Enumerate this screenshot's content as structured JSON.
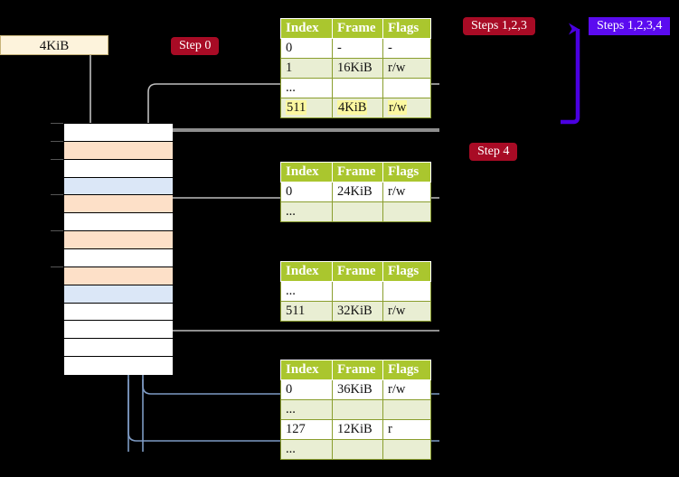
{
  "labels": {
    "size_box": "4KiB",
    "step0": "Step 0",
    "steps123": "Steps 1,2,3",
    "steps1234": "Steps 1,2,3,4",
    "step4": "Step 4"
  },
  "colors": {
    "badge_red": "#a80b25",
    "badge_blue": "#5b0bf0",
    "table_header": "#aac62e",
    "table_alt_row": "#e9eed3",
    "highlight": "#fbf8a0",
    "mem_orange": "#fde0c8",
    "mem_blue": "#dbe7f7",
    "size_box_bg": "#fdf3dc",
    "wire_gray": "#b8b8b8",
    "wire_blue": "#7e9bc4"
  },
  "columns": [
    "Index",
    "Frame",
    "Flags"
  ],
  "tables": [
    {
      "name": "page-table-1",
      "rows": [
        {
          "index": "0",
          "frame": "-",
          "flags": "-",
          "alt": false,
          "highlight": false
        },
        {
          "index": "1",
          "frame": "16KiB",
          "flags": "r/w",
          "alt": true,
          "highlight": false
        },
        {
          "index": "...",
          "frame": "",
          "flags": "",
          "alt": false,
          "highlight": false
        },
        {
          "index": "511",
          "frame": "4KiB",
          "flags": "r/w",
          "alt": true,
          "highlight": true
        }
      ]
    },
    {
      "name": "page-table-2",
      "rows": [
        {
          "index": "0",
          "frame": "24KiB",
          "flags": "r/w",
          "alt": false,
          "highlight": false
        },
        {
          "index": "...",
          "frame": "",
          "flags": "",
          "alt": true,
          "highlight": false
        }
      ]
    },
    {
      "name": "page-table-3",
      "rows": [
        {
          "index": "...",
          "frame": "",
          "flags": "",
          "alt": false,
          "highlight": false
        },
        {
          "index": "511",
          "frame": "32KiB",
          "flags": "r/w",
          "alt": true,
          "highlight": false
        }
      ]
    },
    {
      "name": "page-table-4",
      "rows": [
        {
          "index": "0",
          "frame": "36KiB",
          "flags": "r/w",
          "alt": false,
          "highlight": false
        },
        {
          "index": "...",
          "frame": "",
          "flags": "",
          "alt": true,
          "highlight": false
        },
        {
          "index": "127",
          "frame": "12KiB",
          "flags": "r",
          "alt": false,
          "highlight": false
        },
        {
          "index": "...",
          "frame": "",
          "flags": "",
          "alt": true,
          "highlight": false
        }
      ]
    }
  ],
  "memory": {
    "name": "physical-memory-column",
    "rows": [
      {
        "fill": "white",
        "tick": true
      },
      {
        "fill": "orange",
        "tick": true
      },
      {
        "fill": "white",
        "tick": true
      },
      {
        "fill": "blue",
        "tick": false
      },
      {
        "fill": "orange",
        "tick": true
      },
      {
        "fill": "white",
        "tick": false
      },
      {
        "fill": "orange",
        "tick": true
      },
      {
        "fill": "white",
        "tick": false
      },
      {
        "fill": "orange",
        "tick": true
      },
      {
        "fill": "blue",
        "tick": false
      },
      {
        "fill": "white",
        "tick": false
      },
      {
        "fill": "white",
        "tick": false
      },
      {
        "fill": "white",
        "tick": false
      },
      {
        "fill": "white",
        "tick": false
      }
    ]
  }
}
